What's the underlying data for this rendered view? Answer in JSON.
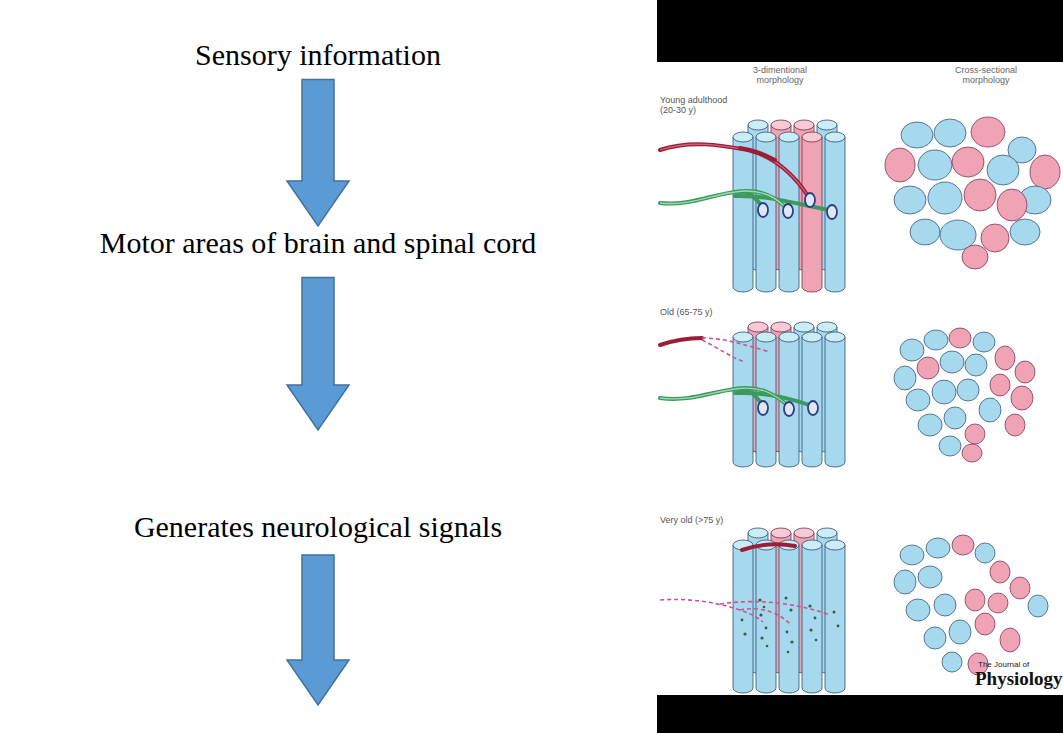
{
  "diagram": {
    "nodes": [
      {
        "text": [
          "Sensory information"
        ]
      },
      {
        "text": [
          "Motor areas of brain and spinal cord"
        ]
      },
      {
        "text": [
          "Generates neurological signals"
        ]
      }
    ],
    "edges": [
      {
        "from": 0,
        "to": 1,
        "arrow": "to"
      },
      {
        "from": 1,
        "to": 2,
        "arrow": "to"
      }
    ],
    "labels": [
      "3-dimentional morphology",
      "Cross-sectional morphology",
      "Young adulthood (20-30 y)",
      "Old (65-75 y)",
      "Very old (>75 y)",
      "The Journal of",
      "Physiology"
    ]
  }
}
